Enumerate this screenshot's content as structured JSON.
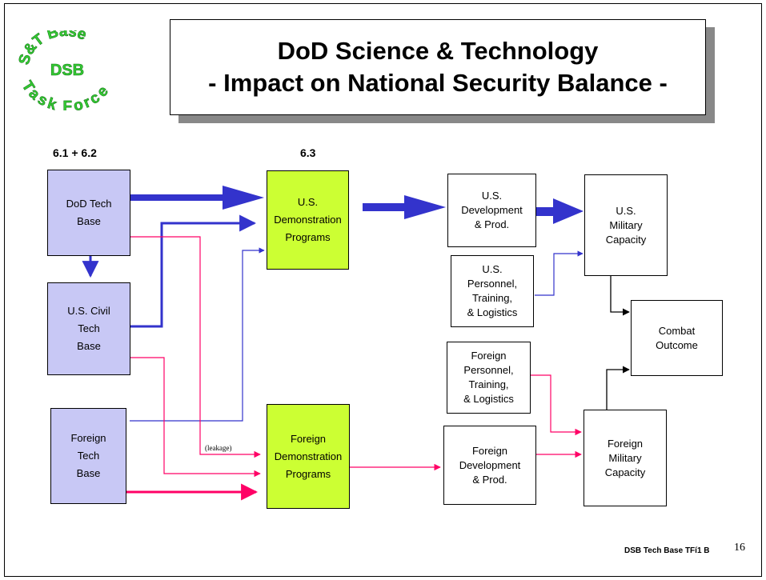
{
  "logo": {
    "top_text": "S&T Base",
    "center_text": "DSB",
    "bottom_text": "Task Force"
  },
  "title": {
    "line1": "DoD Science & Technology",
    "line2": "- Impact on National Security Balance -"
  },
  "headers": {
    "col1": "6.1 + 6.2",
    "col2": "6.3"
  },
  "boxes": {
    "dod_tech_base": "DoD Tech\nBase",
    "us_civil_tech_base": "U.S. Civil\nTech\nBase",
    "foreign_tech_base": "Foreign\nTech\nBase",
    "us_demo": "U.S.\nDemonstration\nPrograms",
    "foreign_demo": "Foreign\nDemonstration\nPrograms",
    "us_dev_prod": "U.S.\nDevelopment\n& Prod.",
    "us_personnel": "U.S.\nPersonnel,\nTraining,\n& Logistics",
    "foreign_personnel": "Foreign\nPersonnel,\nTraining,\n& Logistics",
    "foreign_dev_prod": "Foreign\nDevelopment\n& Prod.",
    "us_military_capacity": "U.S.\nMilitary\nCapacity",
    "combat_outcome": "Combat\nOutcome",
    "foreign_military_capacity": "Foreign\nMilitary\nCapacity"
  },
  "leakage_label": "(leakage)",
  "footer": {
    "text": "DSB Tech Base TFí1  B",
    "page": "16"
  },
  "colors": {
    "blue": "#3333cc",
    "pink": "#ff0066",
    "lavender": "#c8c8f5",
    "green": "#ccff33",
    "logo_green": "#33cc33"
  }
}
